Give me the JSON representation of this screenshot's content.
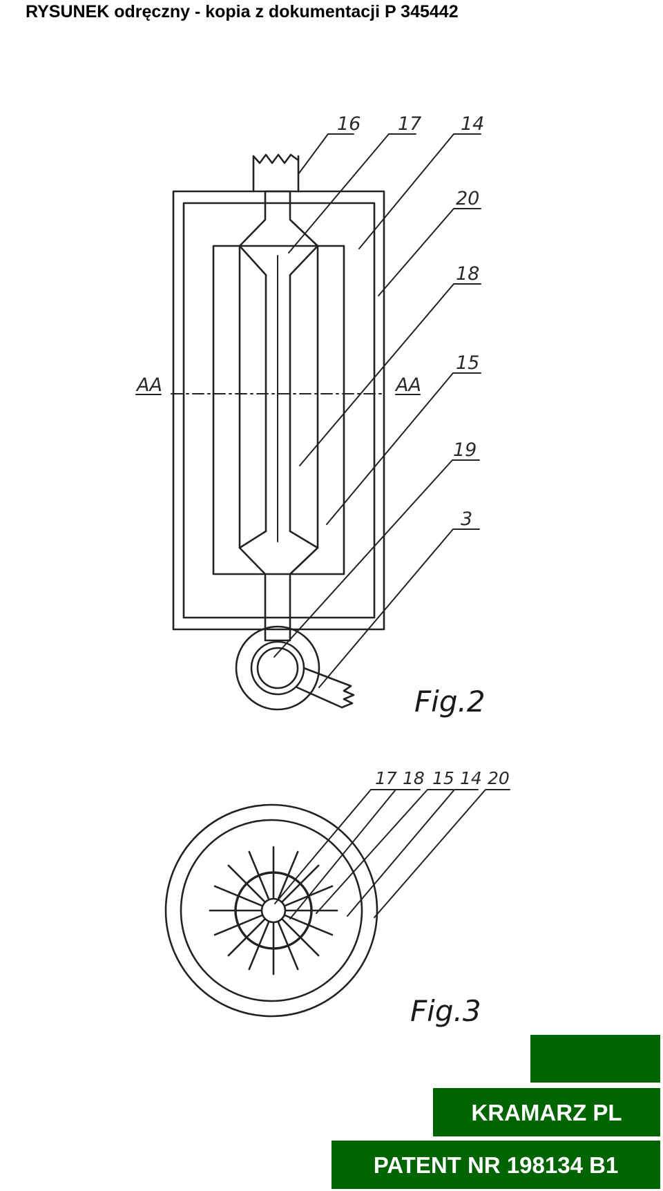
{
  "header": {
    "title": "RYSUNEK odręczny - kopia z dokumentacji P 345442"
  },
  "figure2": {
    "caption": "Fig.2",
    "section_mark_left": "AA",
    "section_mark_right": "AA",
    "labels": [
      "16",
      "17",
      "14",
      "20",
      "18",
      "15",
      "19",
      "3"
    ]
  },
  "figure3": {
    "caption": "Fig.3",
    "labels": [
      "17",
      "18",
      "15",
      "14",
      "20"
    ]
  },
  "footer": {
    "company": "KRAMARZ PL",
    "patent": "PATENT NR 198134 B1"
  },
  "colors": {
    "brand_green": "#006400",
    "ink": "#222222"
  }
}
